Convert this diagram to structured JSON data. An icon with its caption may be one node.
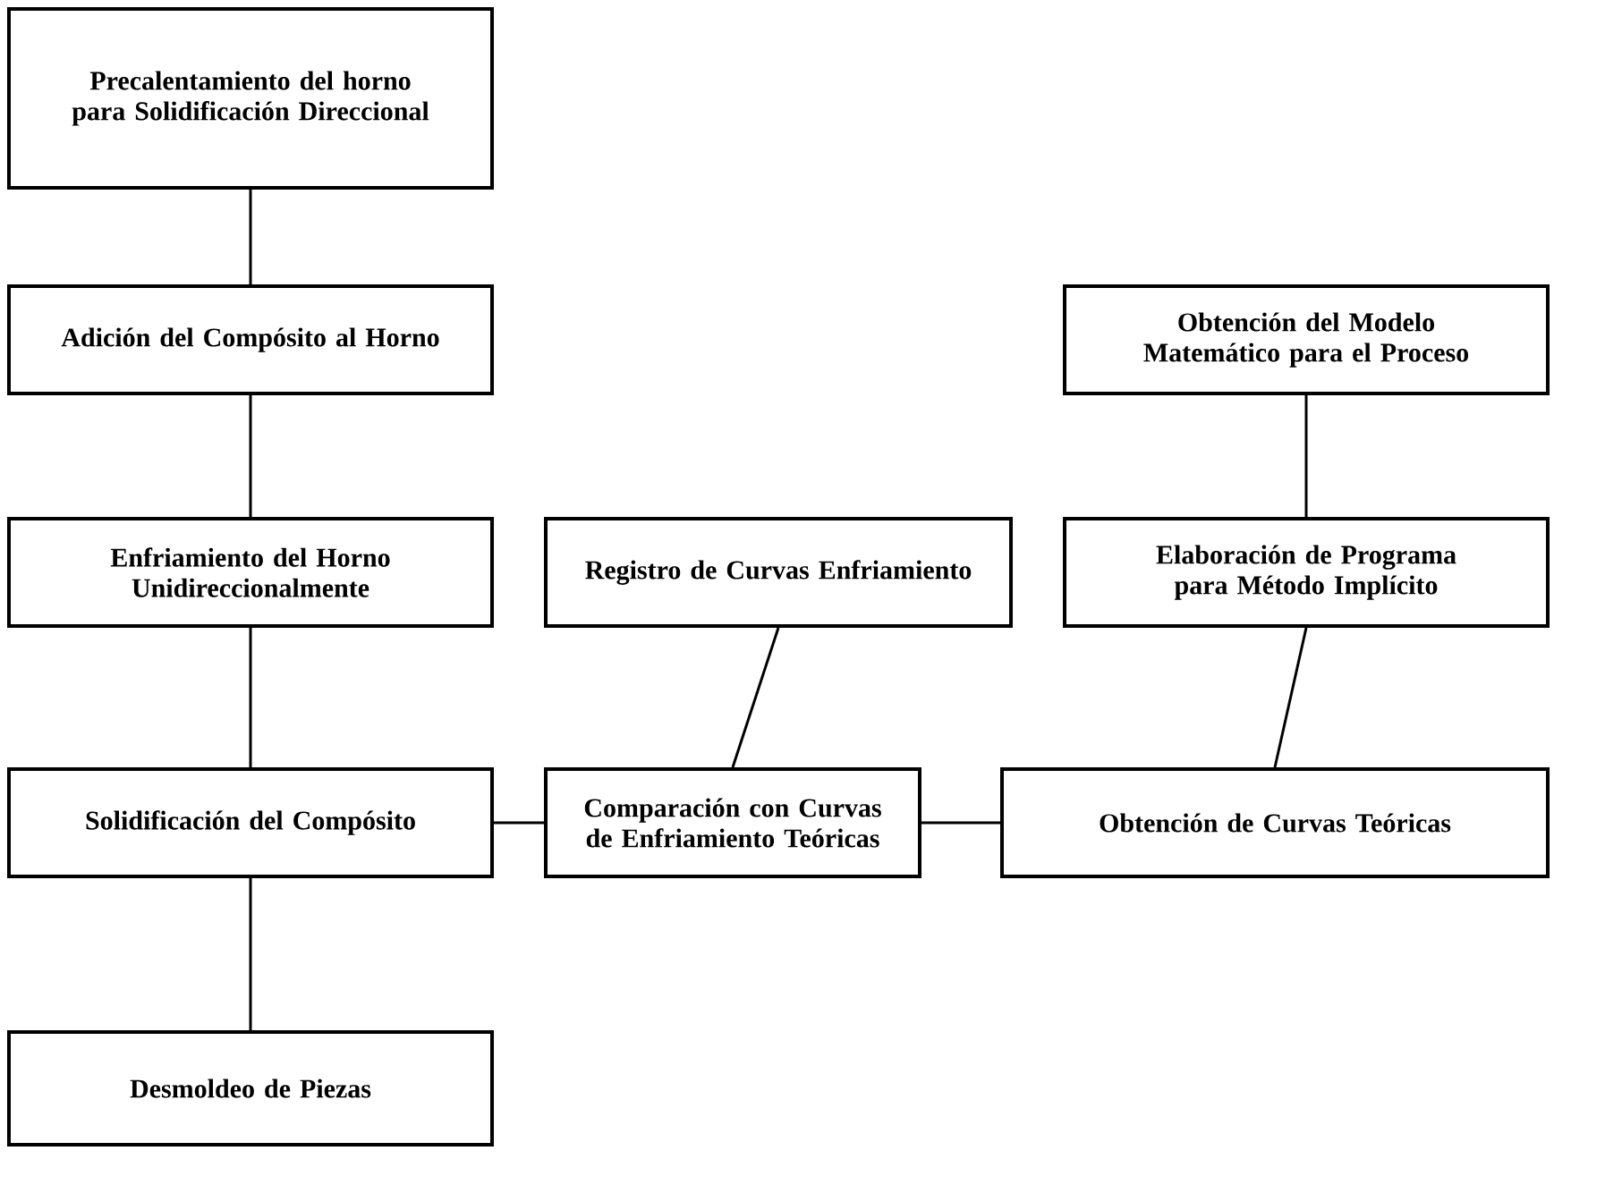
{
  "diagram": {
    "nodes": [
      {
        "text": [
          "Precalentamiento del horno para Solidificación Direccional"
        ]
      },
      {
        "text": [
          "Adición del Compósito al Horno"
        ]
      },
      {
        "text": [
          "Obtención del Modelo Matemático para el Proceso"
        ]
      },
      {
        "text": [
          "Enfriamiento del Horno Unidireccionalmente"
        ]
      },
      {
        "text": [
          "Registro de Curvas Enfriamiento"
        ]
      },
      {
        "text": [
          "Elaboración de Programa para Método Implícito"
        ]
      },
      {
        "text": [
          "Solidificación del Compósito"
        ]
      },
      {
        "text": [
          "Comparación con Curvas de Enfriamiento Teóricas"
        ]
      },
      {
        "text": [
          "Obtención de Curvas Teóricas"
        ]
      },
      {
        "text": [
          "Desmoldeo de Piezas"
        ]
      }
    ],
    "edges": [
      {
        "from": 0,
        "to": 1,
        "arrow": "none"
      },
      {
        "from": 1,
        "to": 3,
        "arrow": "none"
      },
      {
        "from": 3,
        "to": 6,
        "arrow": "none"
      },
      {
        "from": 6,
        "to": 9,
        "arrow": "none"
      },
      {
        "from": 6,
        "to": 7,
        "arrow": "none"
      },
      {
        "from": 4,
        "to": 7,
        "arrow": "none"
      },
      {
        "from": 2,
        "to": 5,
        "arrow": "none"
      },
      {
        "from": 5,
        "to": 8,
        "arrow": "none"
      },
      {
        "from": 8,
        "to": 7,
        "arrow": "none"
      }
    ]
  }
}
